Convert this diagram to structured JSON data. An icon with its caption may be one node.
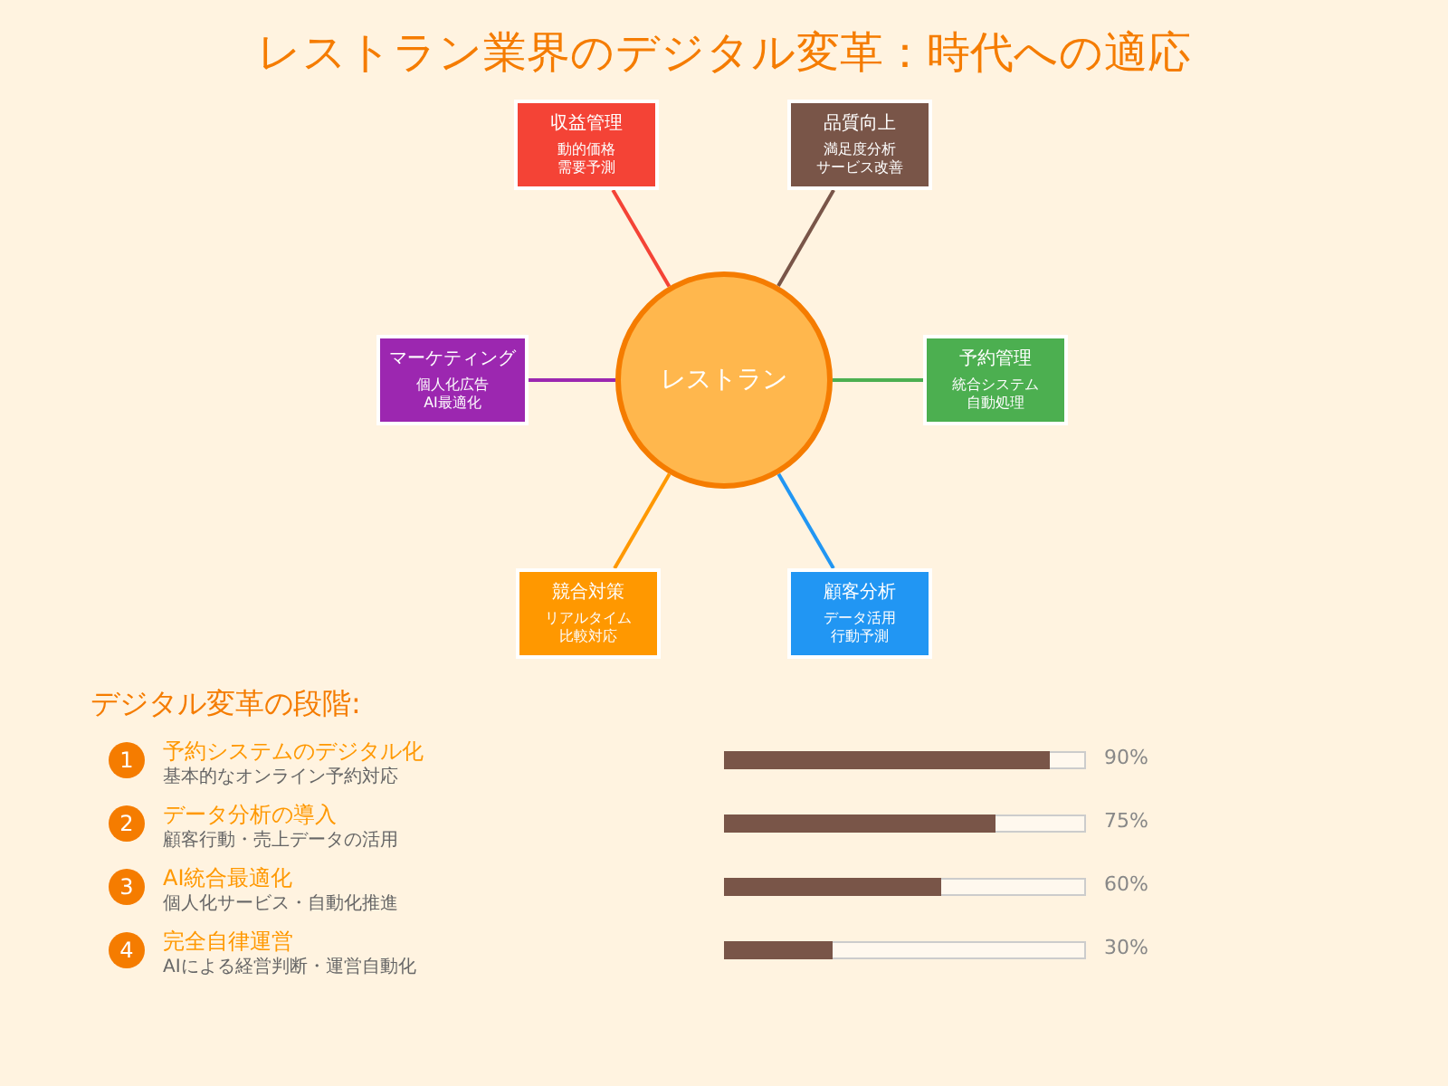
{
  "diagram": {
    "title": "レストラン業界のデジタル変革：時代への適応",
    "nodes": [
      {
        "text": [
          "収益管理",
          "動的価格",
          "需要予測"
        ]
      },
      {
        "text": [
          "品質向上",
          "満足度分析",
          "サービス改善"
        ]
      },
      {
        "text": [
          "マーケティング",
          "個人化広告",
          "AI最適化"
        ]
      },
      {
        "text": [
          "レストラン"
        ]
      },
      {
        "text": [
          "予約管理",
          "統合システム",
          "自動処理"
        ]
      },
      {
        "text": [
          "競合対策",
          "リアルタイム",
          "比較対応"
        ]
      },
      {
        "text": [
          "顧客分析",
          "データ活用",
          "行動予測"
        ]
      }
    ],
    "edges": [
      {
        "from": 3,
        "to": 0,
        "arrow": "none",
        "color": "#f44336"
      },
      {
        "from": 3,
        "to": 1,
        "arrow": "none",
        "color": "#795548"
      },
      {
        "from": 3,
        "to": 2,
        "arrow": "none",
        "color": "#9c27b0"
      },
      {
        "from": 3,
        "to": 4,
        "arrow": "none",
        "color": "#4caf50"
      },
      {
        "from": 3,
        "to": 5,
        "arrow": "none",
        "color": "#ff9800"
      },
      {
        "from": 3,
        "to": 6,
        "arrow": "none",
        "color": "#2196f3"
      }
    ],
    "labels": [
      "デジタル変革の段階:",
      "1",
      "基本的なオンライン予約対応",
      "2",
      "顧客行動・売上データの活用",
      "3",
      "個人化サービス・自動化推進",
      "4",
      "AIによる経営判断・運営自動化"
    ],
    "chart_data": {
      "type": "bar",
      "orientation": "horizontal",
      "categories": [
        "予約システムのデジタル化",
        "データ分析の導入",
        "AI統合最適化",
        "完全自律運営"
      ],
      "values": [
        90,
        75,
        60,
        30
      ],
      "xlim": [
        0,
        100
      ],
      "value_labels": [
        "90%",
        "75%",
        "60%",
        "30%"
      ]
    }
  }
}
